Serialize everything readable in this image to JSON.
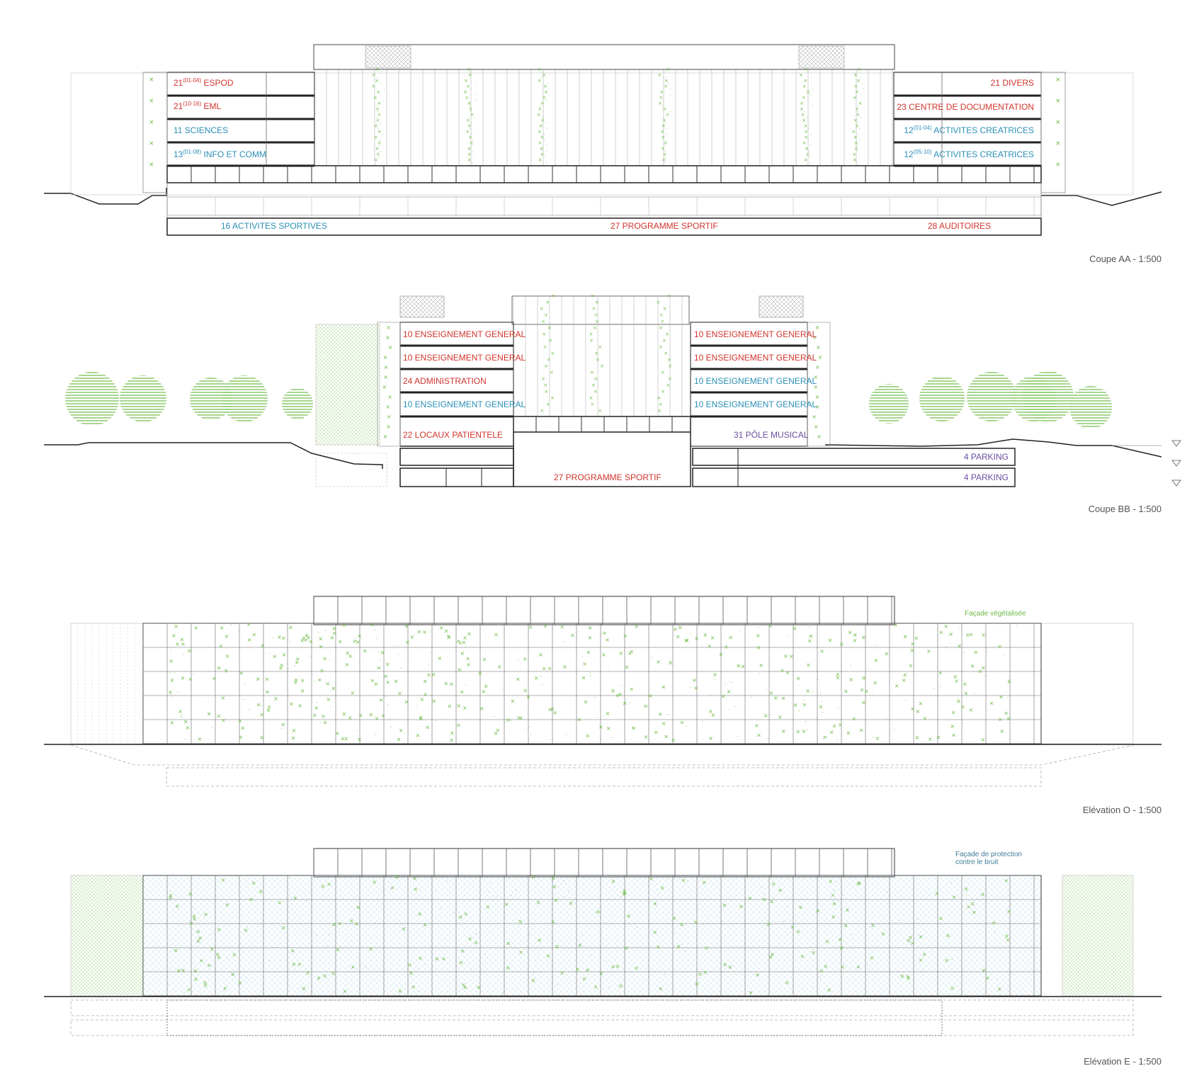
{
  "colors": {
    "program_red": "#d0342c",
    "program_blue": "#2a8fb5",
    "program_purple": "#6a4fa0",
    "vegetation_green": "#6dbb45",
    "protection_teal": "#3f7d9a",
    "line": "#222222"
  },
  "section_aa": {
    "caption": "Coupe AA - 1:500",
    "labels": [
      {
        "base": "21",
        "sup": "(01-04)",
        "text": " ESPOD",
        "color": "red"
      },
      {
        "base": "21",
        "sup": "(10-16)",
        "text": " EML",
        "color": "red"
      },
      {
        "base": "",
        "sup": "",
        "text": "11 SCIENCES",
        "color": "blue"
      },
      {
        "base": "13",
        "sup": "(01-08)",
        "text": " INFO ET COMM",
        "color": "blue"
      },
      {
        "base": "",
        "sup": "",
        "text": "21 DIVERS",
        "color": "red"
      },
      {
        "base": "",
        "sup": "",
        "text": "23 CENTRE DE DOCUMENTATION",
        "color": "red"
      },
      {
        "base": "12",
        "sup": "(01-04)",
        "text": " ACTIVITES CREATRICES",
        "color": "blue"
      },
      {
        "base": "12",
        "sup": "(05-10)",
        "text": " ACTIVITES CREATRICES",
        "color": "blue"
      },
      {
        "base": "",
        "sup": "",
        "text": "16 ACTIVITES SPORTIVES",
        "color": "blue"
      },
      {
        "base": "",
        "sup": "",
        "text": "27 PROGRAMME SPORTIF",
        "color": "red"
      },
      {
        "base": "",
        "sup": "",
        "text": "28 AUDITOIRES",
        "color": "red"
      }
    ]
  },
  "section_bb": {
    "caption": "Coupe BB - 1:500",
    "labels": [
      {
        "text": "10 ENSEIGNEMENT GENERAL",
        "color": "red"
      },
      {
        "text": "10 ENSEIGNEMENT GENERAL",
        "color": "red"
      },
      {
        "text": "24 ADMINISTRATION",
        "color": "red"
      },
      {
        "text": "10 ENSEIGNEMENT GENERAL",
        "color": "blue"
      },
      {
        "text": "22 LOCAUX PATIENTELE",
        "color": "red"
      },
      {
        "text": "10 ENSEIGNEMENT GENERAL",
        "color": "red"
      },
      {
        "text": "10 ENSEIGNEMENT GENERAL",
        "color": "red"
      },
      {
        "text": "10 ENSEIGNEMENT GENERAL",
        "color": "blue"
      },
      {
        "text": "10 ENSEIGNEMENT GENERAL",
        "color": "blue"
      },
      {
        "text": "31 PÔLE MUSICAL",
        "color": "purple"
      },
      {
        "text": "4 PARKING",
        "color": "purple"
      },
      {
        "text": "4 PARKING",
        "color": "purple"
      },
      {
        "text": "27 PROGRAMME SPORTIF",
        "color": "red"
      }
    ]
  },
  "elevation_o": {
    "caption": "Elévation O - 1:500",
    "annotation": "Façade végétalisée"
  },
  "elevation_e": {
    "caption": "Elévation E - 1:500",
    "annotation_line1": "Façade de protection",
    "annotation_line2": "contre le bruit"
  }
}
